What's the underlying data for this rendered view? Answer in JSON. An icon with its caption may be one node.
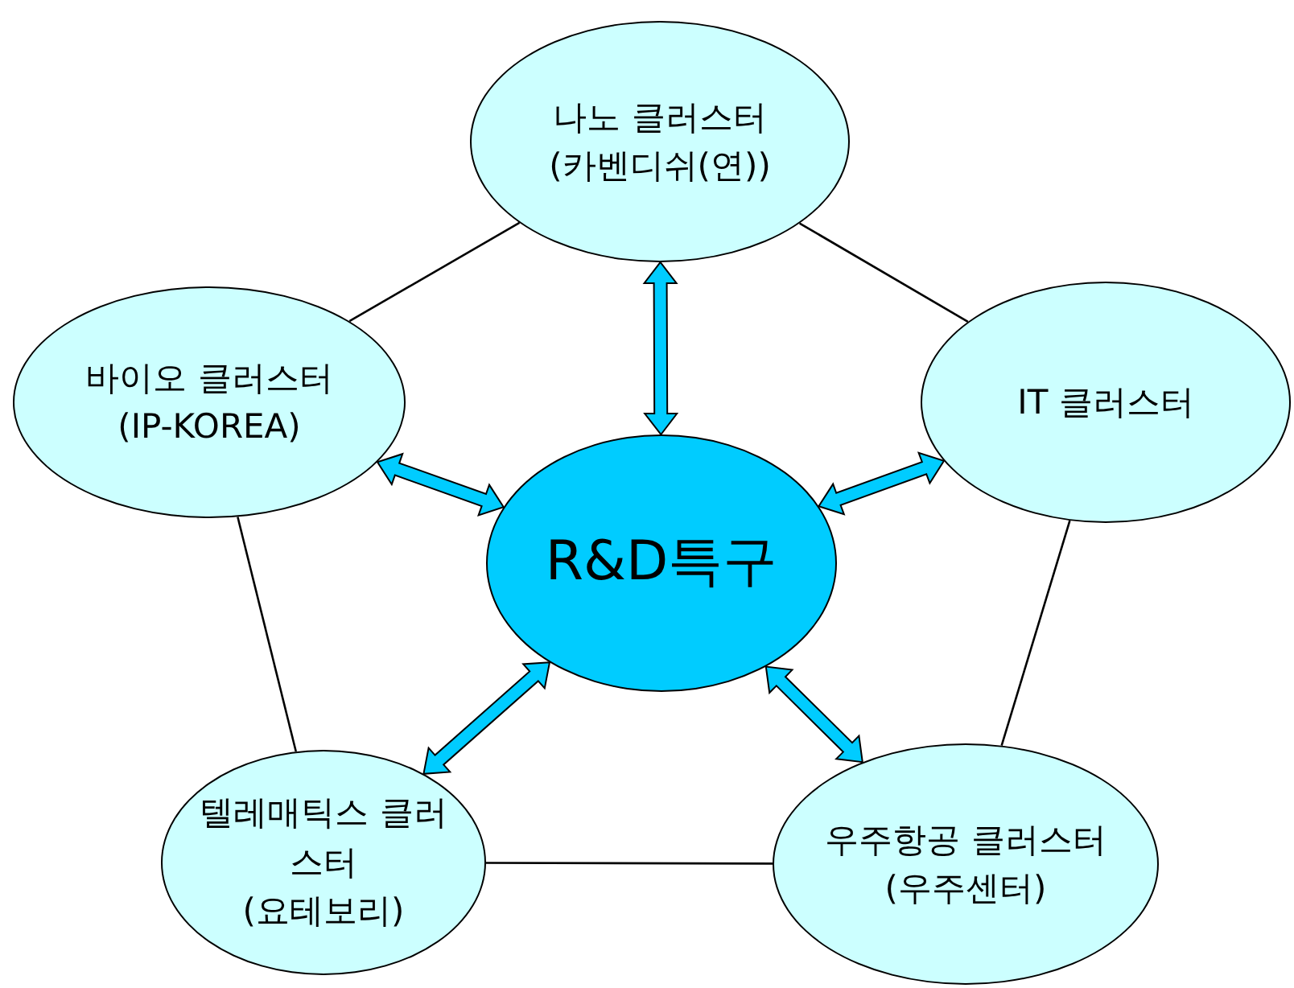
{
  "diagram": {
    "nodes": [
      {
        "text": [
          "나노 클러스터",
          "(카벤디쉬(연))"
        ]
      },
      {
        "text": [
          "바이오 클러스터",
          "(IP-KOREA)"
        ]
      },
      {
        "text": [
          "IT 클러스터"
        ]
      },
      {
        "text": [
          "R&D특구"
        ]
      },
      {
        "text": [
          "텔레매틱스 클러스터",
          "(요테보리)"
        ]
      },
      {
        "text": [
          "우주항공 클러스터",
          "(우주센터)"
        ]
      }
    ],
    "edges": [
      {
        "from": 0,
        "to": 1,
        "arrow": "none"
      },
      {
        "from": 0,
        "to": 2,
        "arrow": "none"
      },
      {
        "from": 1,
        "to": 4,
        "arrow": "none"
      },
      {
        "from": 2,
        "to": 5,
        "arrow": "none"
      },
      {
        "from": 4,
        "to": 5,
        "arrow": "none"
      },
      {
        "from": 3,
        "to": 0,
        "arrow": "both",
        "style": "thick"
      },
      {
        "from": 3,
        "to": 1,
        "arrow": "both",
        "style": "thick"
      },
      {
        "from": 3,
        "to": 2,
        "arrow": "both",
        "style": "thick"
      },
      {
        "from": 3,
        "to": 4,
        "arrow": "both",
        "style": "thick"
      },
      {
        "from": 3,
        "to": 5,
        "arrow": "both",
        "style": "thick"
      }
    ]
  }
}
